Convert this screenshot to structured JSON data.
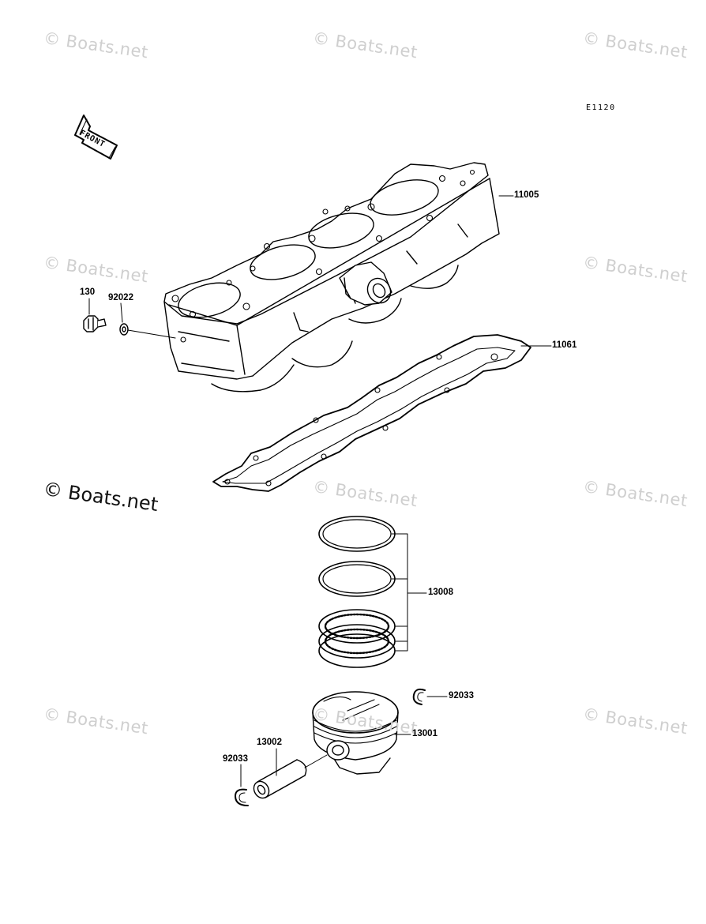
{
  "watermark": {
    "text": "© Boats.net"
  },
  "diagram_code": "E1120",
  "front_arrow": {
    "text": "FRONT",
    "icon": "front-direction-arrow-icon"
  },
  "parts": [
    {
      "id": "cylinder",
      "number": "11005"
    },
    {
      "id": "cylinder-gasket",
      "number": "11061"
    },
    {
      "id": "bolt",
      "number": "130"
    },
    {
      "id": "washer",
      "number": "92022"
    },
    {
      "id": "piston-rings",
      "number": "13008"
    },
    {
      "id": "snap-ring-right",
      "number": "92033"
    },
    {
      "id": "piston",
      "number": "13001"
    },
    {
      "id": "piston-pin",
      "number": "13002"
    },
    {
      "id": "snap-ring-left",
      "number": "92033"
    }
  ]
}
